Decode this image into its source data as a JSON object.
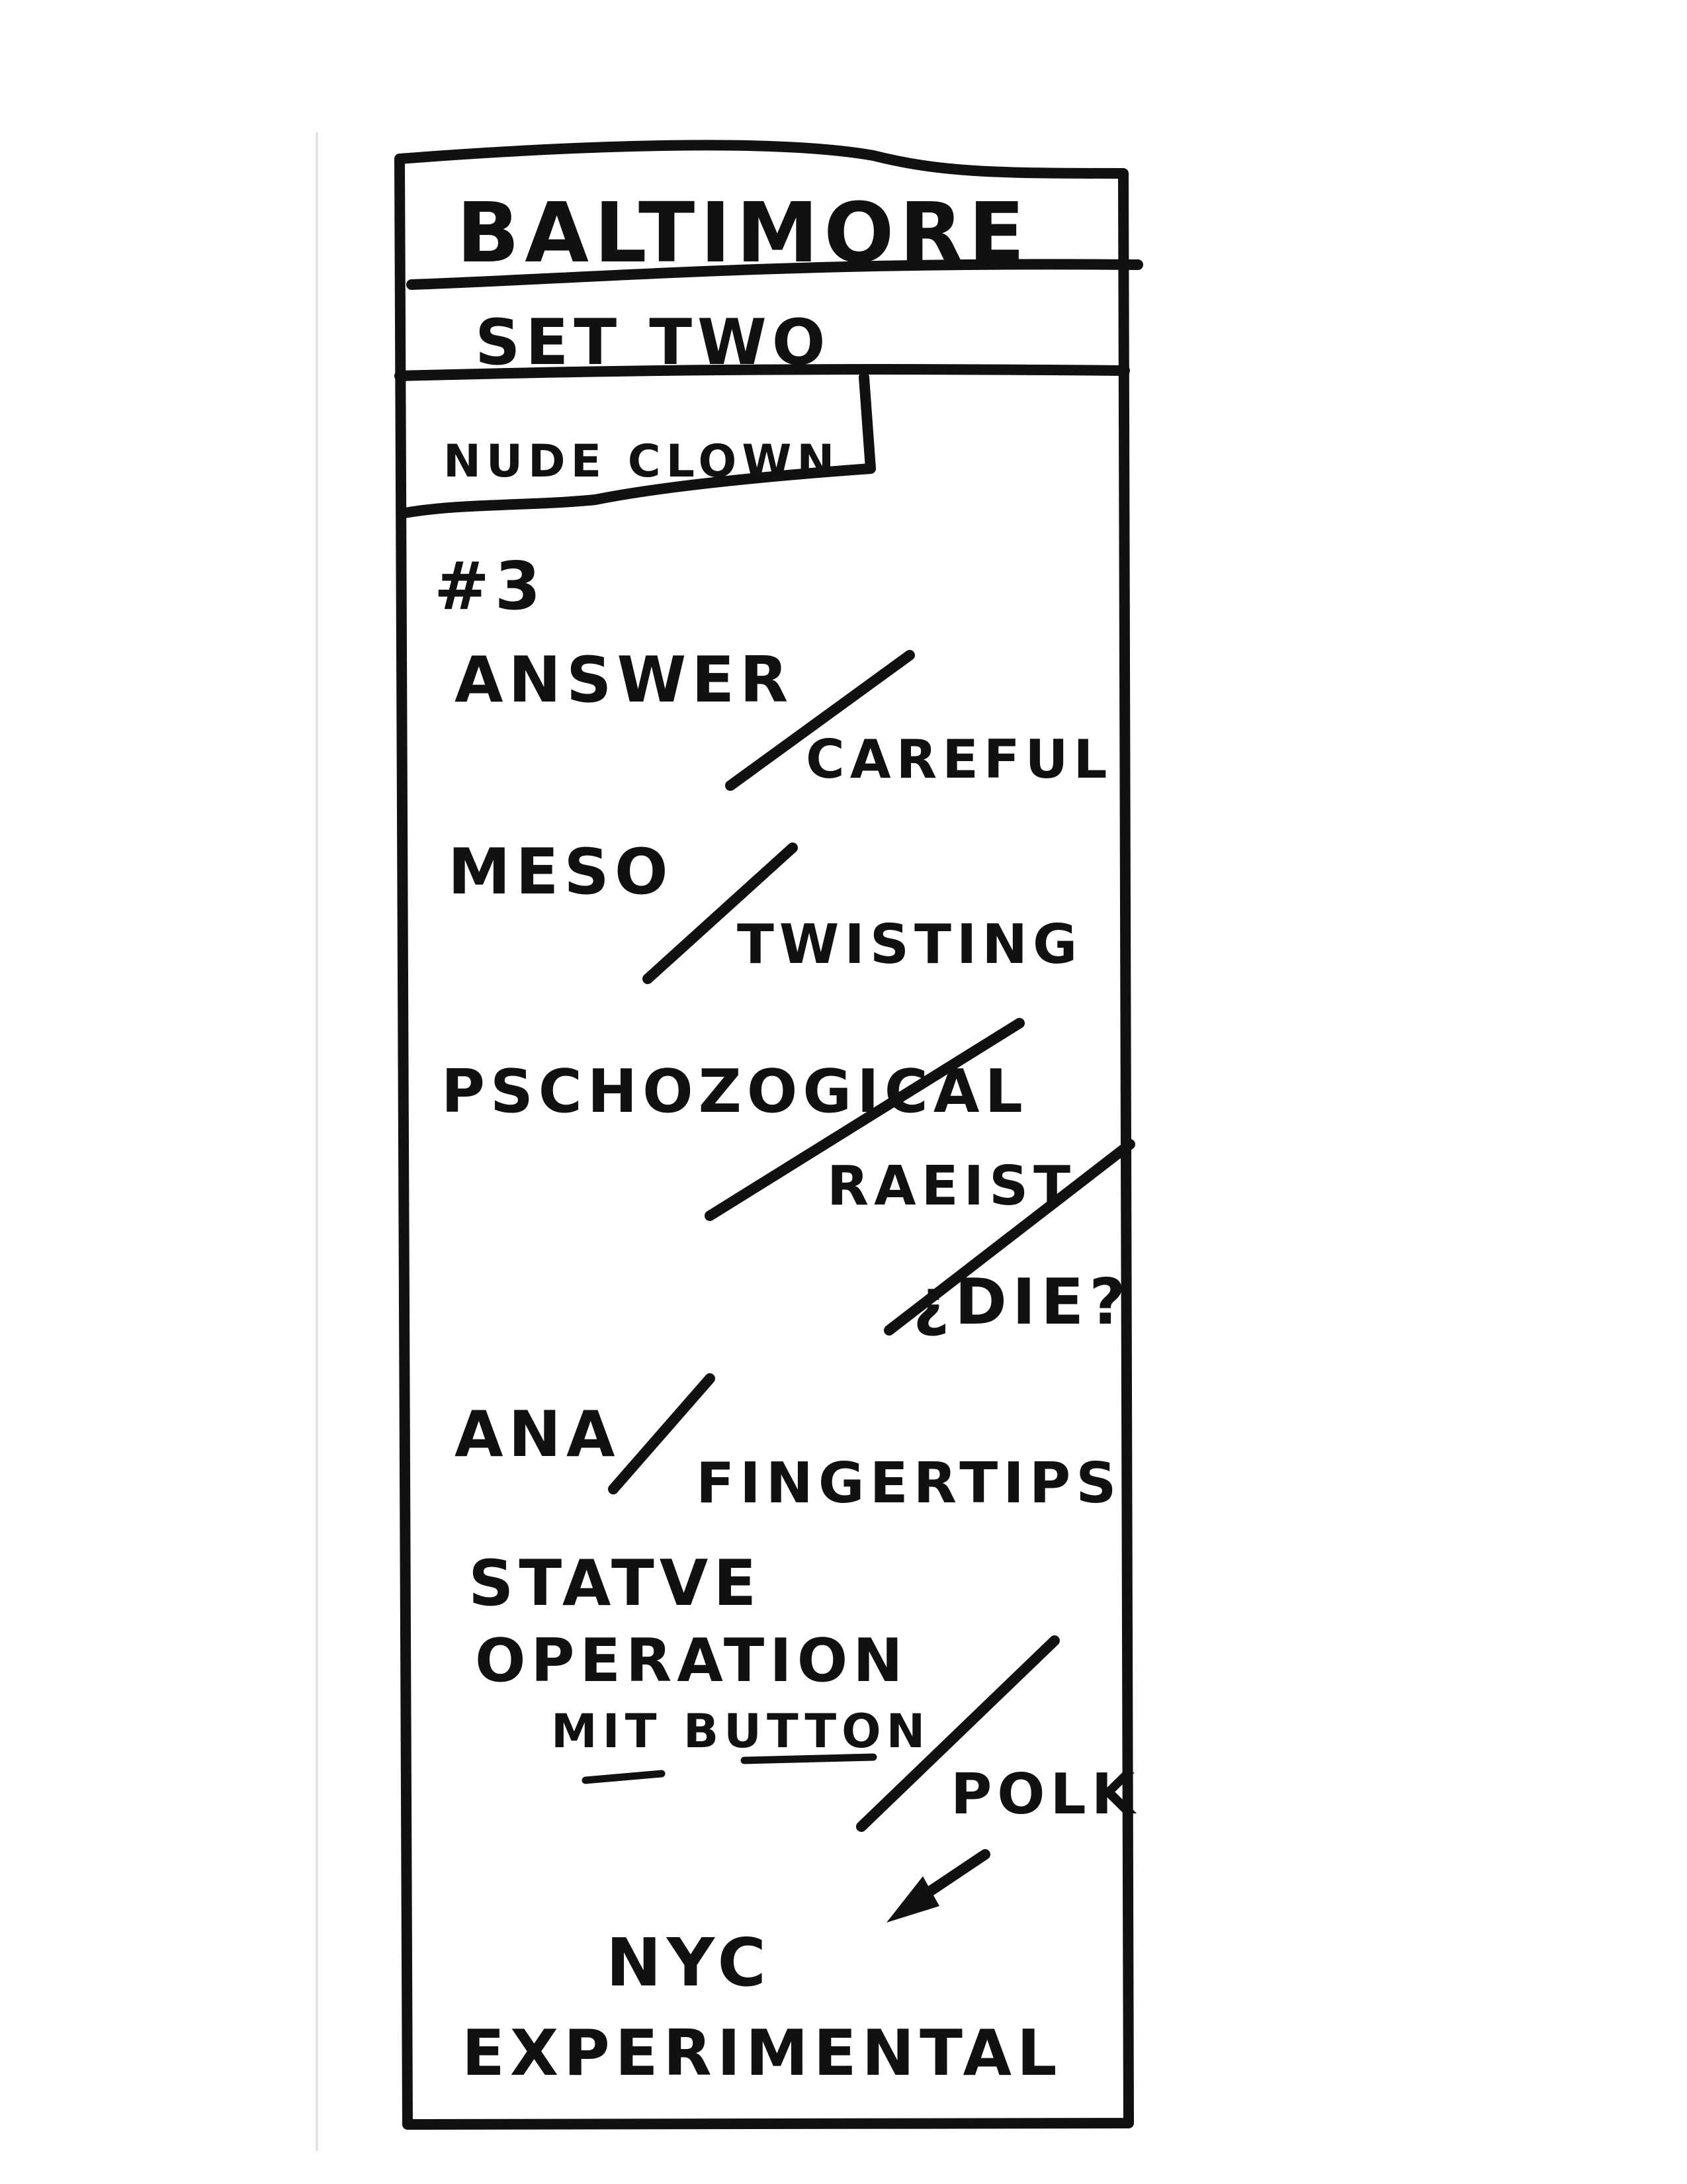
{
  "setlist": {
    "city": "BALTIMORE",
    "set": "SET TWO",
    "opener": "NUDE CLOWN",
    "songs": [
      "#3",
      "ANSWER",
      "CAREFUL",
      "MESO",
      "TWISTING",
      "PSCHOZOGICAL",
      "RAEIST",
      "¿DIE?",
      "ANA",
      "FINGERTIPS",
      "STATVE",
      "OPERATION",
      "MIT BUTTON",
      "POLK",
      "NYC",
      "EXPERIMENTAL"
    ]
  }
}
